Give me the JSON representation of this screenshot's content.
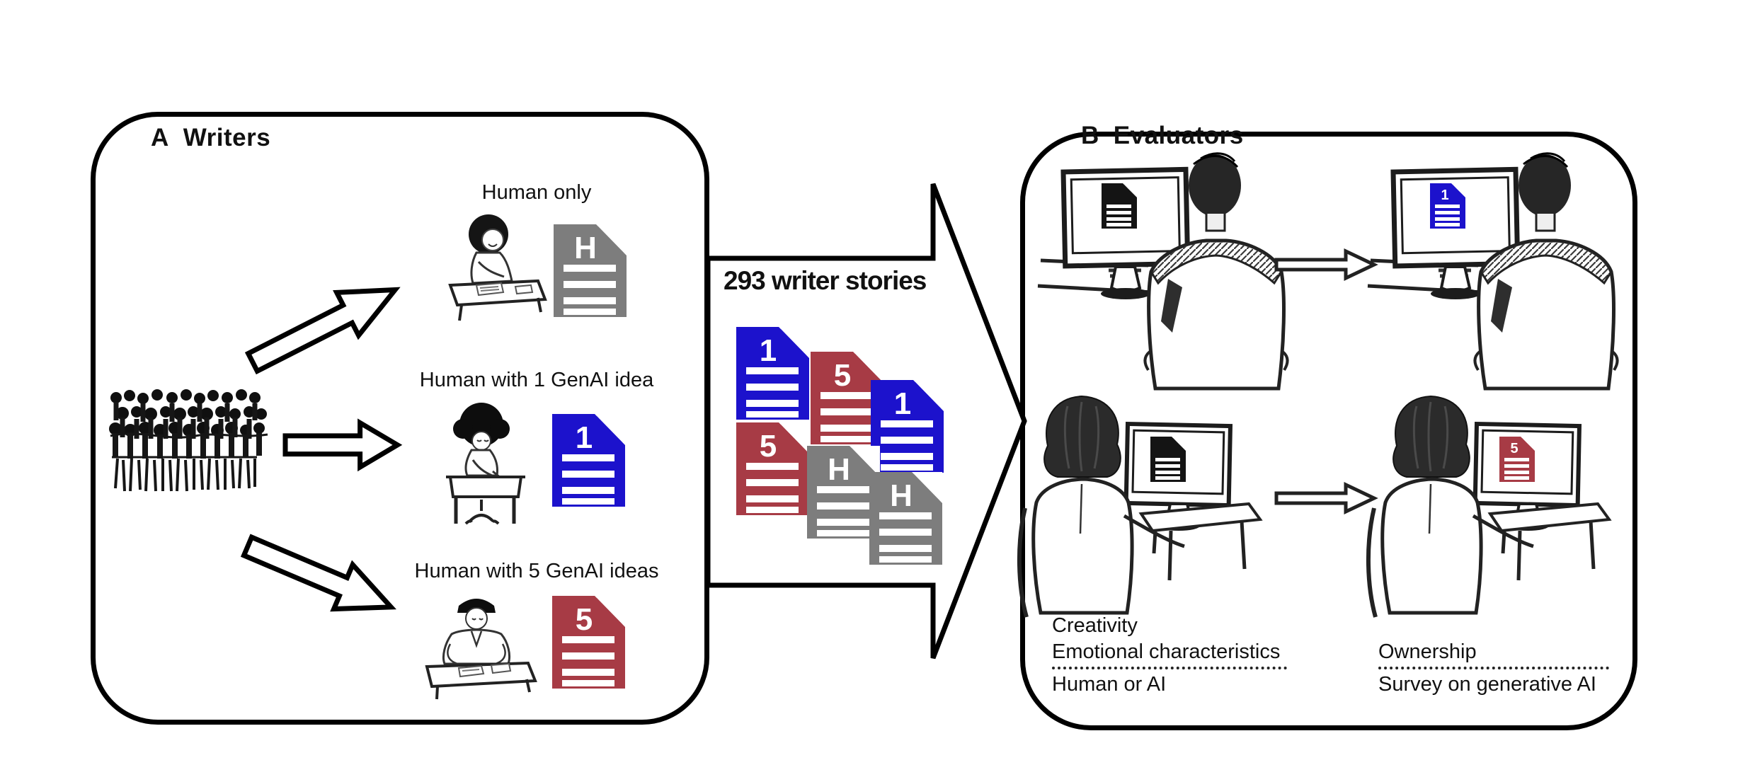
{
  "panel_a": {
    "tag": "A",
    "title": "Writers",
    "rows": [
      {
        "label": "Human only",
        "doc_letter": "H",
        "doc_color": "#7d7d7d"
      },
      {
        "label": "Human with 1 GenAI idea",
        "doc_letter": "1",
        "doc_color": "#1c12cc"
      },
      {
        "label": "Human with 5 GenAI ideas",
        "doc_letter": "5",
        "doc_color": "#a73b45"
      }
    ]
  },
  "flow": {
    "caption": "293 writer stories",
    "stack": [
      {
        "letter": "1",
        "color": "#1c12cc"
      },
      {
        "letter": "5",
        "color": "#a73b45"
      },
      {
        "letter": "1",
        "color": "#1c12cc"
      },
      {
        "letter": "5",
        "color": "#a73b45"
      },
      {
        "letter": "H",
        "color": "#7d7d7d"
      },
      {
        "letter": "H",
        "color": "#7d7d7d"
      }
    ]
  },
  "panel_b": {
    "tag": "B",
    "title": "Evaluators",
    "monitors": {
      "top_left": {
        "doc_letter": "",
        "doc_color": "#141414"
      },
      "top_right": {
        "doc_letter": "1",
        "doc_color": "#1c12cc"
      },
      "bottom_left": {
        "doc_letter": "",
        "doc_color": "#141414"
      },
      "bottom_right": {
        "doc_letter": "5",
        "doc_color": "#a73b45"
      }
    },
    "tasks_left": {
      "line1": "Creativity",
      "line2": "Emotional characteristics",
      "line3": "Human or AI"
    },
    "tasks_right": {
      "line1": "Ownership",
      "line2": "Survey on generative AI"
    }
  }
}
